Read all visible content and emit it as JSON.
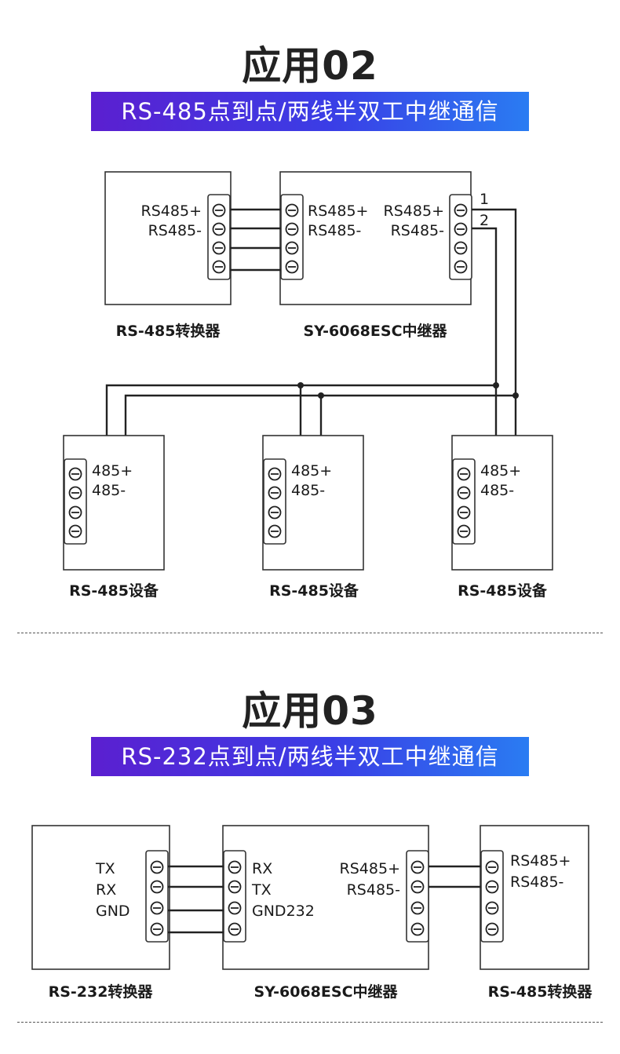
{
  "app02": {
    "title": "应用02",
    "banner": "RS-485点到点/两线半双工中继通信",
    "converter": {
      "plus": "RS485+",
      "minus": "RS485-",
      "caption": "RS-485转换器"
    },
    "repeater": {
      "left_plus": "RS485+",
      "left_minus": "RS485-",
      "right_plus": "RS485+",
      "right_minus": "RS485-",
      "caption": "SY-6068ESC中继器",
      "wire1": "1",
      "wire2": "2"
    },
    "devices": [
      {
        "plus": "485+",
        "minus": "485-",
        "caption": "RS-485设备"
      },
      {
        "plus": "485+",
        "minus": "485-",
        "caption": "RS-485设备"
      },
      {
        "plus": "485+",
        "minus": "485-",
        "caption": "RS-485设备"
      }
    ]
  },
  "app03": {
    "title": "应用03",
    "banner": "RS-232点到点/两线半双工中继通信",
    "rs232_converter": {
      "tx": "TX",
      "rx": "RX",
      "gnd": "GND",
      "caption": "RS-232转换器"
    },
    "repeater": {
      "rx": "RX",
      "tx": "TX",
      "gnd": "GND232",
      "plus": "RS485+",
      "minus": "RS485-",
      "caption": "SY-6068ESC中继器"
    },
    "rs485_converter": {
      "plus": "RS485+",
      "minus": "RS485-",
      "caption": "RS-485转换器"
    }
  },
  "icons": {
    "terminal_screw": "screw-terminal-icon"
  },
  "colors": {
    "banner_start": "#5b1fd0",
    "banner_end": "#2a7cf2"
  }
}
